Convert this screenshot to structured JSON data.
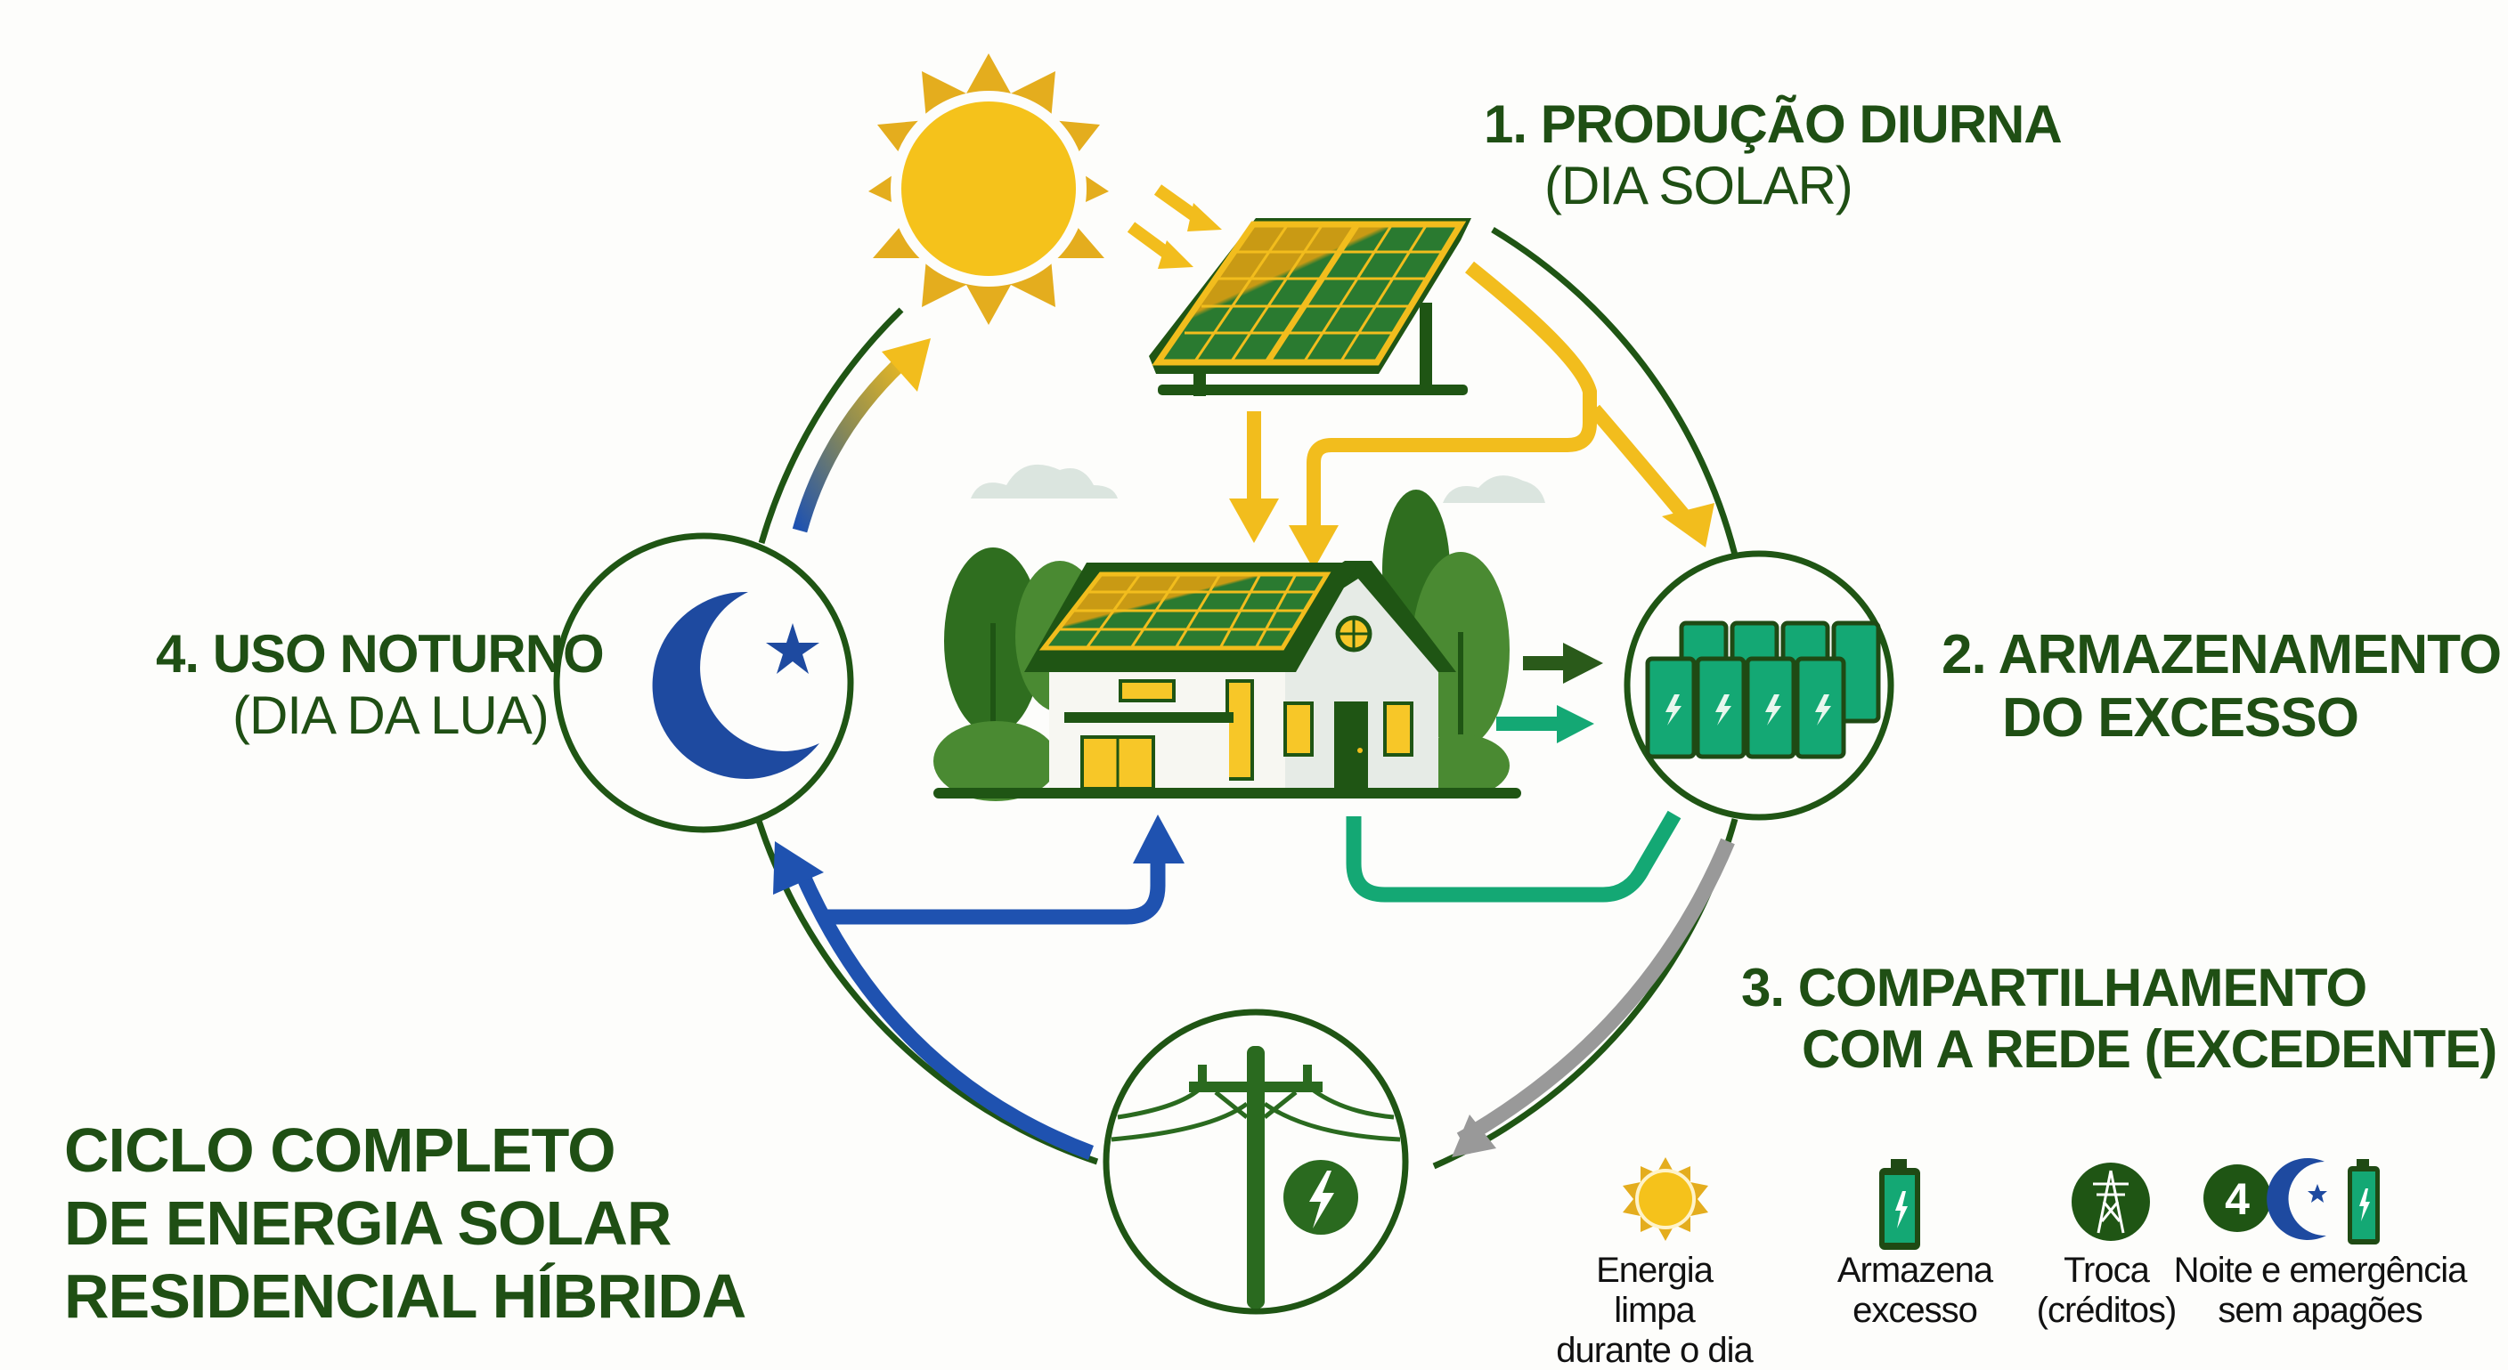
{
  "diagram": {
    "title_lines": [
      "CICLO COMPLETO",
      "DE ENERGIA SOLAR",
      "RESIDENCIAL HÍBRIDA"
    ],
    "colors": {
      "dark_green": "#1f5514",
      "mid_green": "#3d7a26",
      "battery_green": "#13a06a",
      "sun_yellow": "#f5c21b",
      "sun_ray": "#e4ad1e",
      "moon_blue": "#1e4aa0",
      "arrow_blue": "#1f52b0",
      "arrow_gray": "#999999",
      "teal_arrow": "#14a874",
      "cloud": "#dbe5df",
      "house_wall": "#e6ebe6",
      "window_yellow": "#f7c728"
    },
    "steps": [
      {
        "number": "1",
        "title": "1. PRODUÇÃO DIURNA",
        "subtitle": "(DIA SOLAR)",
        "icon": "solar-panel-icon"
      },
      {
        "number": "2",
        "title": "2. ARMAZENAMENTO",
        "subtitle": "DO EXCESSO",
        "icon": "battery-bank-icon"
      },
      {
        "number": "3",
        "title": "3. COMPARTILHAMENTO",
        "subtitle": "COM A REDE  (EXCEDENTE)",
        "icon": "utility-pole-icon"
      },
      {
        "number": "4",
        "title": "4. USO NOTURNO",
        "subtitle": "(DIA DA LUA)",
        "icon": "moon-star-icon"
      }
    ],
    "center": {
      "icon": "house-with-solar-roof-icon"
    },
    "legend": [
      {
        "icon": "sun-icon",
        "line1": "Energia limpa",
        "line2": "durante o dia"
      },
      {
        "icon": "battery-icon",
        "line1": "Armazena",
        "line2": "excesso"
      },
      {
        "icon": "transmission-tower-icon",
        "line1": "Troca",
        "line2": "(créditos)"
      },
      {
        "icon": "number-moon-battery-icon",
        "badge": "4",
        "line1": "Noite e emergência",
        "line2": "sem apagões"
      }
    ]
  }
}
